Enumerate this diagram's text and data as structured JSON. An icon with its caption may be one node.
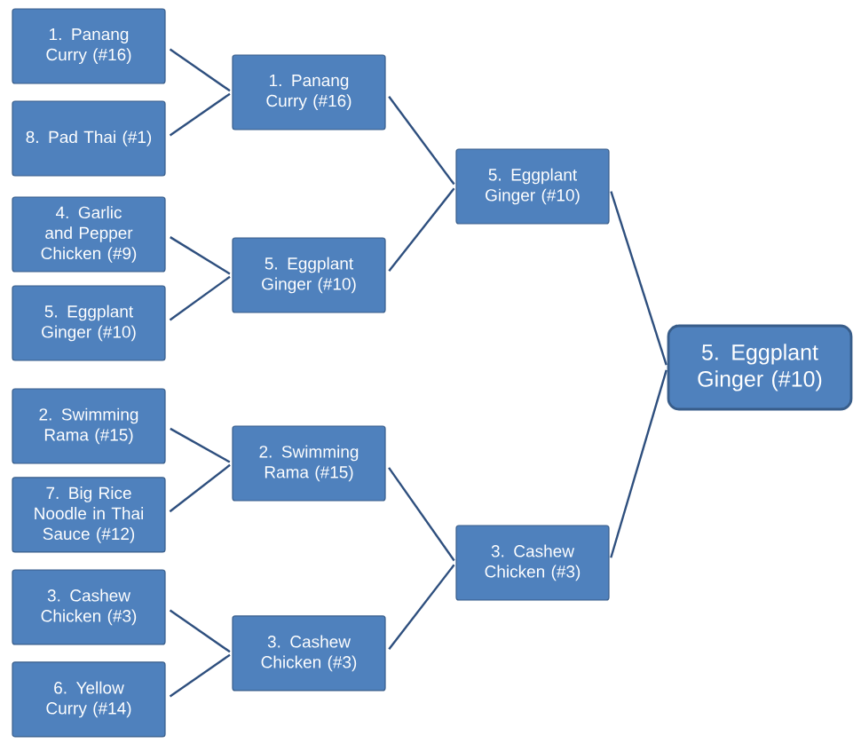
{
  "diagram": {
    "nodes": [
      {
        "text": [
          "1. Panang Curry (#16)"
        ]
      },
      {
        "text": [
          "8. Pad Thai (#1)"
        ]
      },
      {
        "text": [
          "4. Garlic and Pepper Chicken (#9)"
        ]
      },
      {
        "text": [
          "5. Eggplant Ginger (#10)"
        ]
      },
      {
        "text": [
          "2. Swimming Rama (#15)"
        ]
      },
      {
        "text": [
          "7. Big Rice Noodle in Thai Sauce (#12)"
        ]
      },
      {
        "text": [
          "3. Cashew Chicken (#3)"
        ]
      },
      {
        "text": [
          "6. Yellow Curry (#14)"
        ]
      },
      {
        "text": [
          "1. Panang Curry (#16)"
        ]
      },
      {
        "text": [
          "5. Eggplant Ginger (#10)"
        ]
      },
      {
        "text": [
          "2. Swimming Rama (#15)"
        ]
      },
      {
        "text": [
          "3. Cashew Chicken (#3)"
        ]
      },
      {
        "text": [
          "5. Eggplant Ginger (#10)"
        ]
      },
      {
        "text": [
          "3. Cashew Chicken (#3)"
        ]
      },
      {
        "text": [
          "5. Eggplant Ginger (#10)"
        ]
      }
    ],
    "edges": [
      {
        "from": 0,
        "to": 8,
        "arrow": "none"
      },
      {
        "from": 1,
        "to": 8,
        "arrow": "none"
      },
      {
        "from": 2,
        "to": 9,
        "arrow": "none"
      },
      {
        "from": 3,
        "to": 9,
        "arrow": "none"
      },
      {
        "from": 4,
        "to": 10,
        "arrow": "none"
      },
      {
        "from": 5,
        "to": 10,
        "arrow": "none"
      },
      {
        "from": 6,
        "to": 11,
        "arrow": "none"
      },
      {
        "from": 7,
        "to": 11,
        "arrow": "none"
      },
      {
        "from": 8,
        "to": 12,
        "arrow": "none"
      },
      {
        "from": 9,
        "to": 12,
        "arrow": "none"
      },
      {
        "from": 10,
        "to": 13,
        "arrow": "none"
      },
      {
        "from": 11,
        "to": 13,
        "arrow": "none"
      },
      {
        "from": 12,
        "to": 14,
        "arrow": "none"
      },
      {
        "from": 13,
        "to": 14,
        "arrow": "none"
      }
    ]
  }
}
